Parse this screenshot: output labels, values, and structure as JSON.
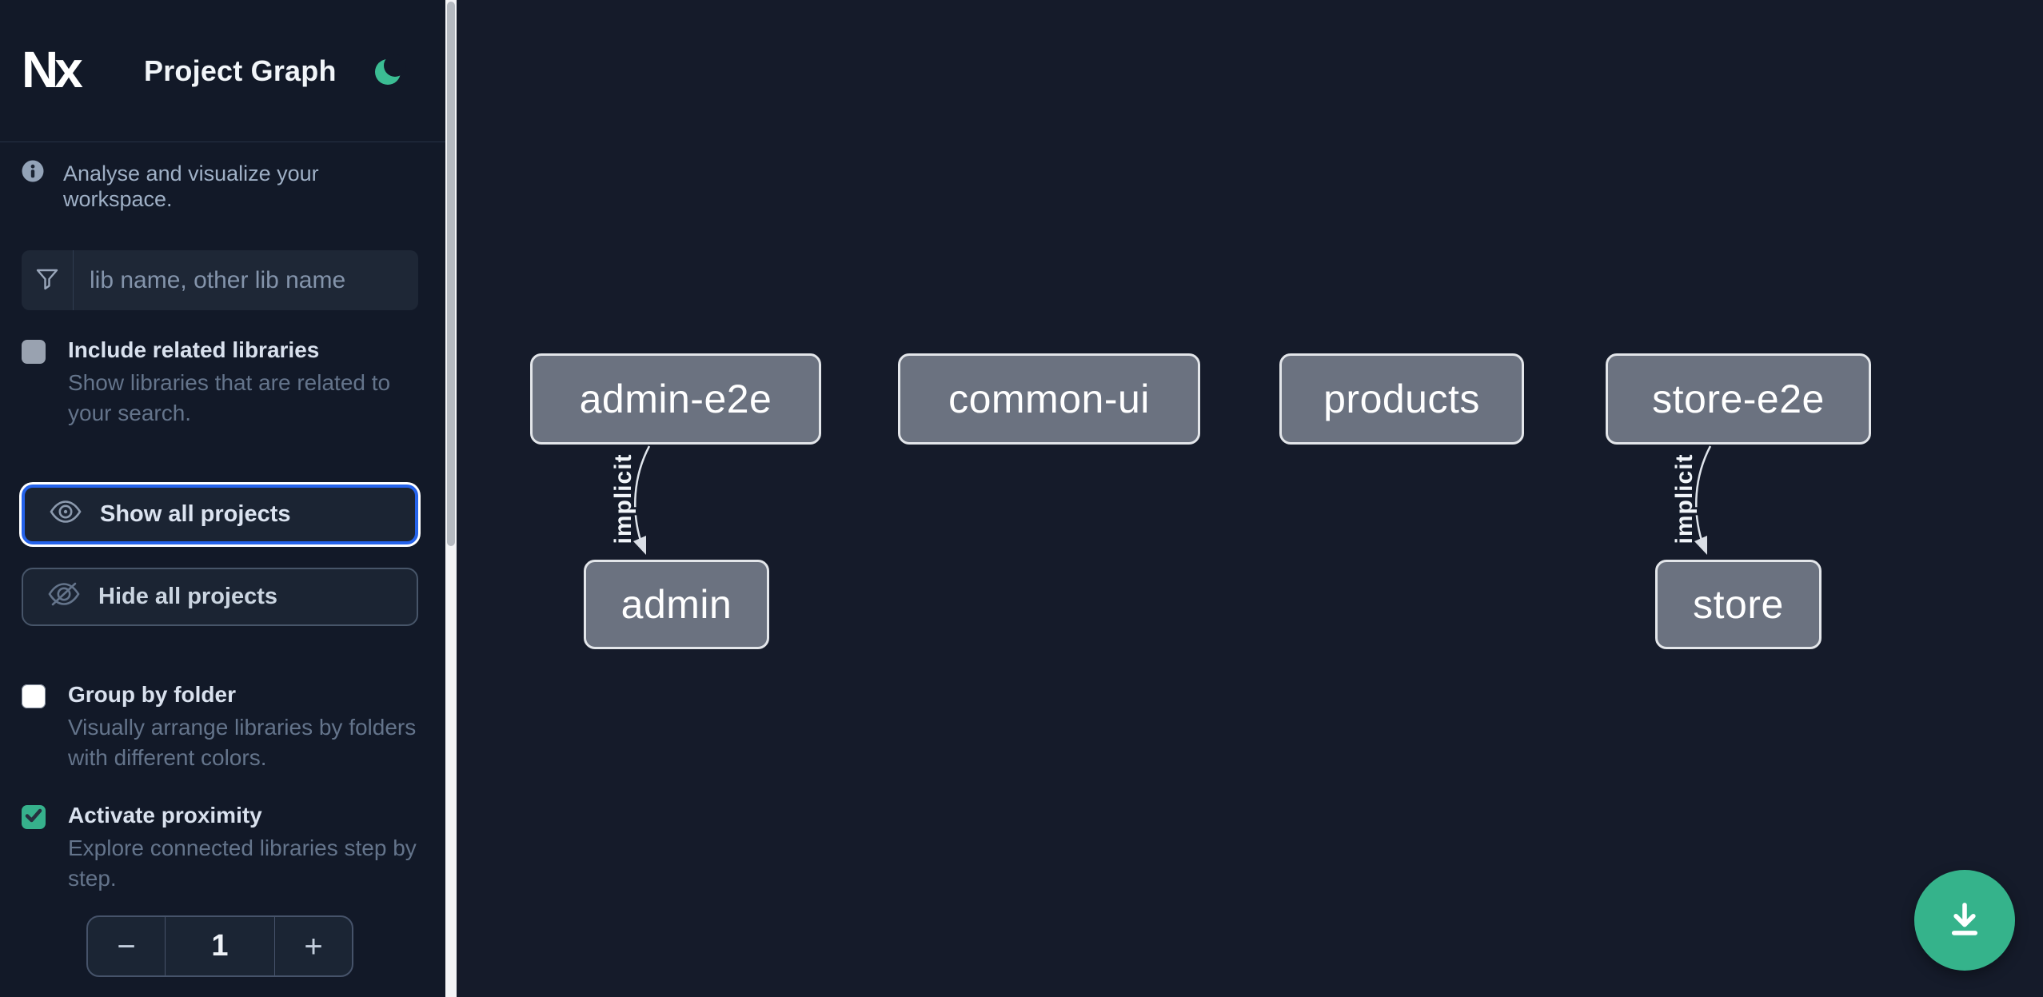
{
  "header": {
    "logo": "Nx",
    "title": "Project Graph"
  },
  "intro": {
    "text": "Analyse and visualize your workspace."
  },
  "search": {
    "placeholder": "lib name, other lib name",
    "value": ""
  },
  "options": [
    {
      "label": "Include related libraries",
      "description": "Show libraries that are related to your search.",
      "checked": false
    },
    {
      "label": "Group by folder",
      "description": "Visually arrange libraries by folders with different colors.",
      "checked": false
    },
    {
      "label": "Activate proximity",
      "description": "Explore connected libraries step by step.",
      "checked": true
    }
  ],
  "buttons": {
    "show_all": "Show all projects",
    "hide_all": "Hide all projects"
  },
  "stepper": {
    "decrement": "−",
    "value": "1",
    "increment": "+"
  },
  "graph": {
    "nodes": [
      {
        "label": "admin-e2e"
      },
      {
        "label": "common-ui"
      },
      {
        "label": "products"
      },
      {
        "label": "store-e2e"
      },
      {
        "label": "admin"
      },
      {
        "label": "store"
      }
    ],
    "edges": [
      {
        "source": "admin-e2e",
        "target": "admin",
        "label": "implicit"
      },
      {
        "source": "store-e2e",
        "target": "store",
        "label": "implicit"
      }
    ]
  },
  "colors": {
    "accent_green": "#36b18c",
    "focus_blue": "#2563eb",
    "node_fill": "#6b7280",
    "sidebar_bg": "#121928",
    "canvas_bg": "#151b2a"
  }
}
